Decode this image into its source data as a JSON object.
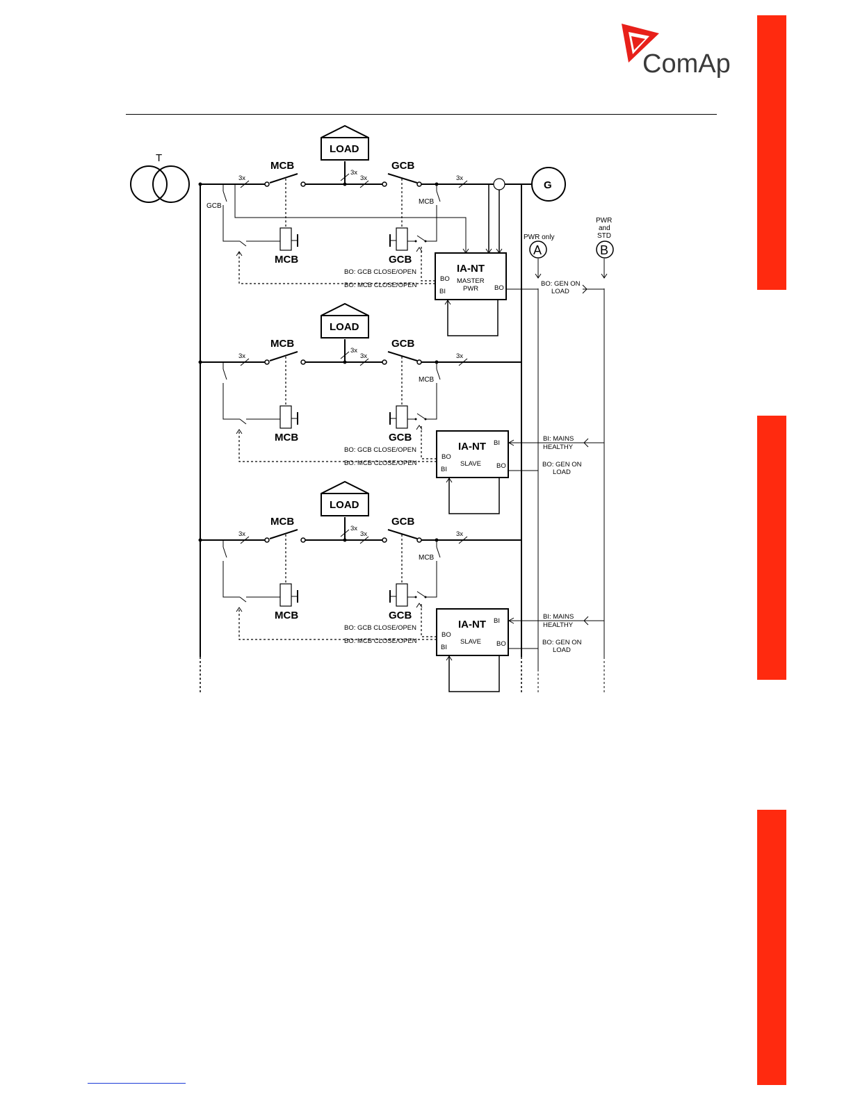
{
  "brand": {
    "name": "ComAp",
    "accent": "#ff2a0f"
  },
  "top": {
    "transformer": "T",
    "generator": "G",
    "pwr_only": "PWR only",
    "marker_a": "A",
    "pwr_and_std": [
      "PWR",
      "and",
      "STD"
    ],
    "marker_b": "B",
    "gcb_aux": "GCB"
  },
  "labels": {
    "load": "LOAD",
    "mcb": "MCB",
    "gcb": "GCB",
    "three_x": "3x",
    "bo_gcb": "BO: GCB CLOSE/OPEN",
    "bo_mcb": "BO: MCB CLOSE/OPEN",
    "controller": "IA-NT",
    "bo": "BO",
    "bi": "BI"
  },
  "controllers": [
    {
      "role": "MASTER",
      "mode": "PWR",
      "right_out": [
        "BO: GEN ON",
        "LOAD"
      ]
    },
    {
      "role": "SLAVE",
      "right_in": [
        "BI: MAINS",
        "HEALTHY"
      ],
      "right_out": [
        "BO: GEN ON",
        "LOAD"
      ]
    },
    {
      "role": "SLAVE",
      "right_in": [
        "BI: MAINS",
        "HEALTHY"
      ],
      "right_out": [
        "BO: GEN ON",
        "LOAD"
      ]
    }
  ]
}
